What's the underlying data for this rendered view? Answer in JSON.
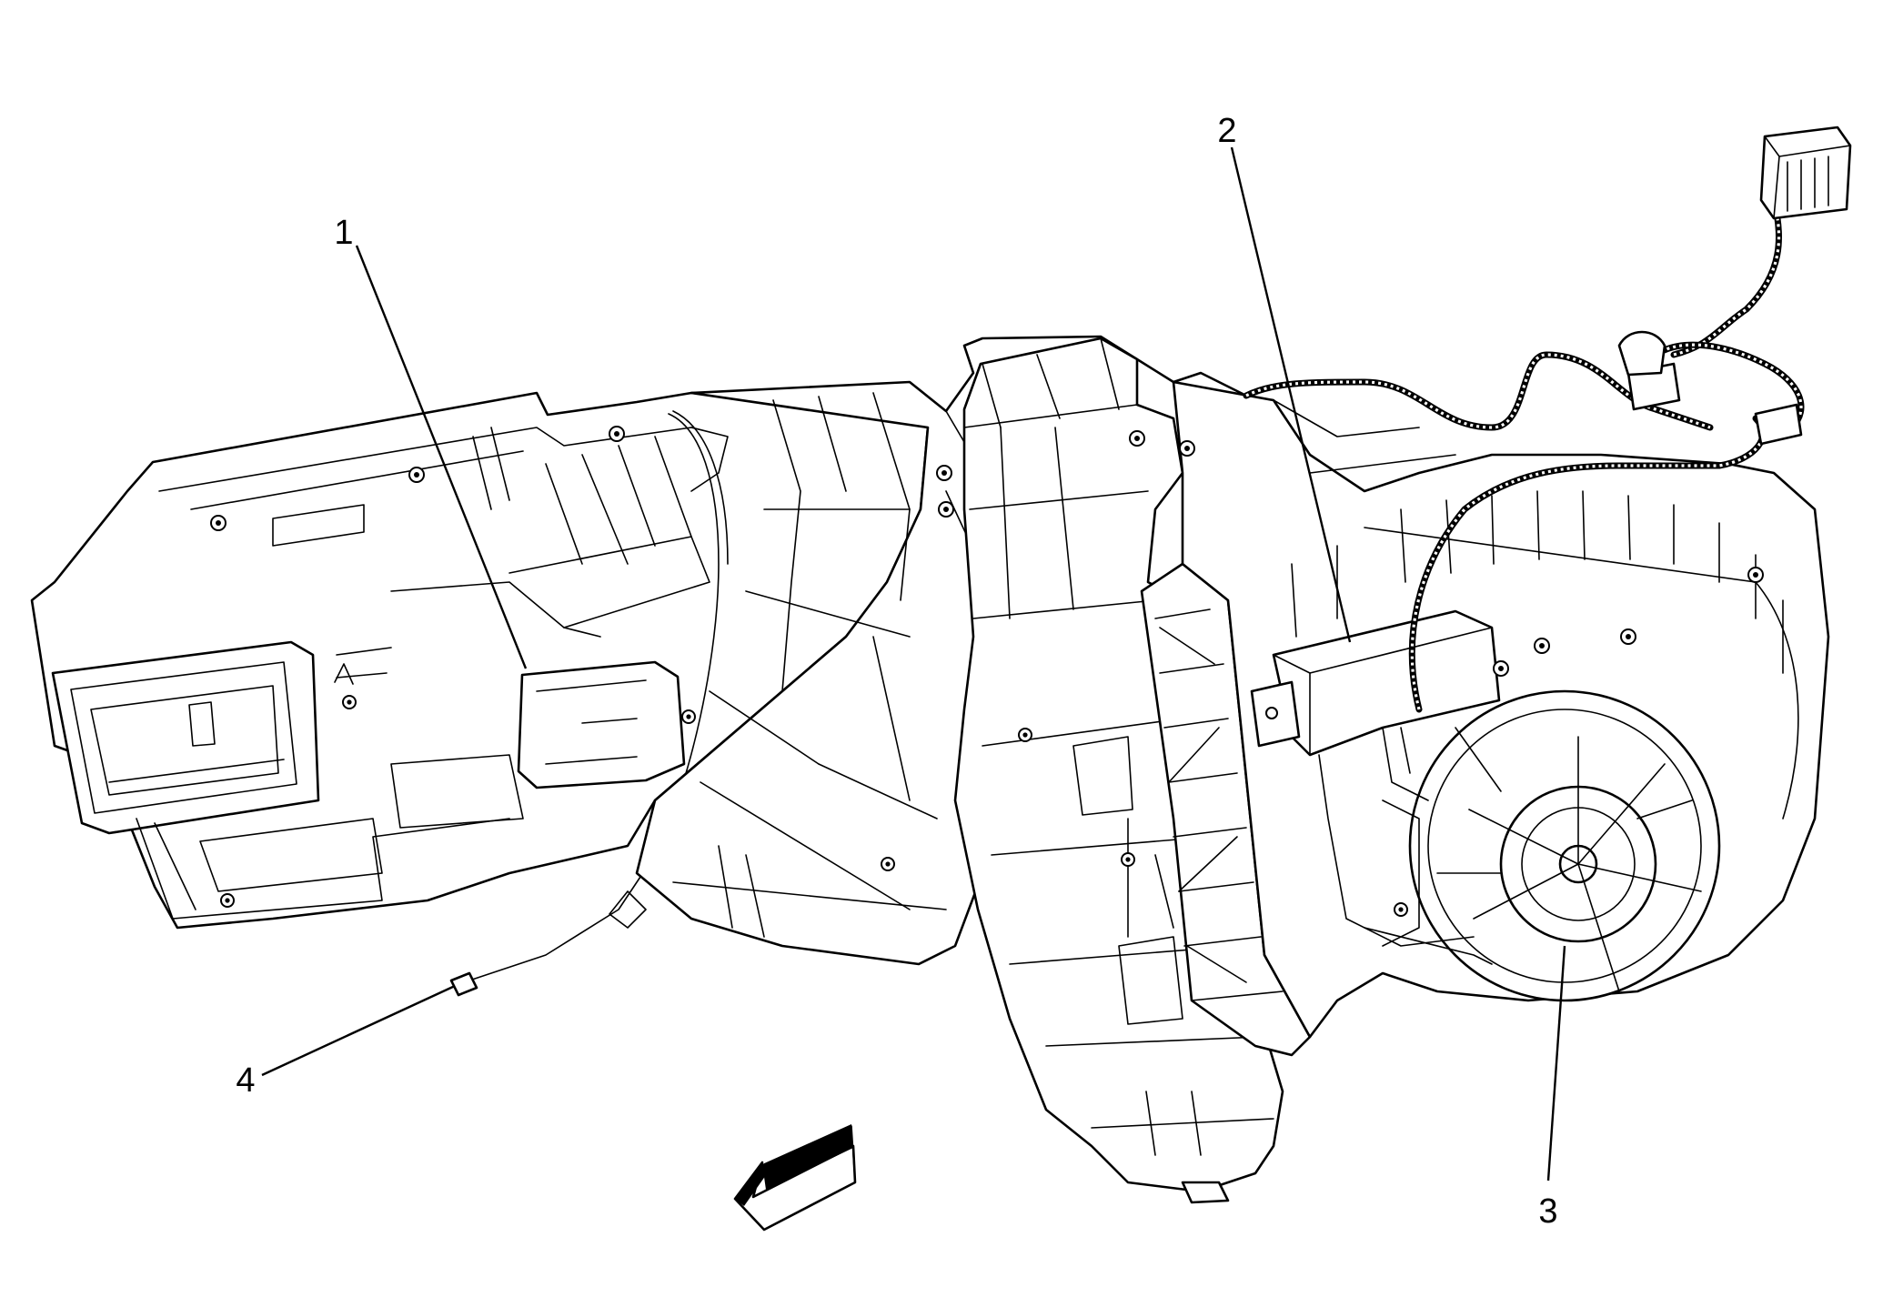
{
  "callouts": [
    {
      "id": "1",
      "label": "1"
    },
    {
      "id": "2",
      "label": "2"
    },
    {
      "id": "3",
      "label": "3"
    },
    {
      "id": "4",
      "label": "4"
    }
  ],
  "colors": {
    "line": "#000000",
    "background": "#ffffff"
  },
  "icons": {
    "direction_arrow": "arrow-front-icon"
  }
}
